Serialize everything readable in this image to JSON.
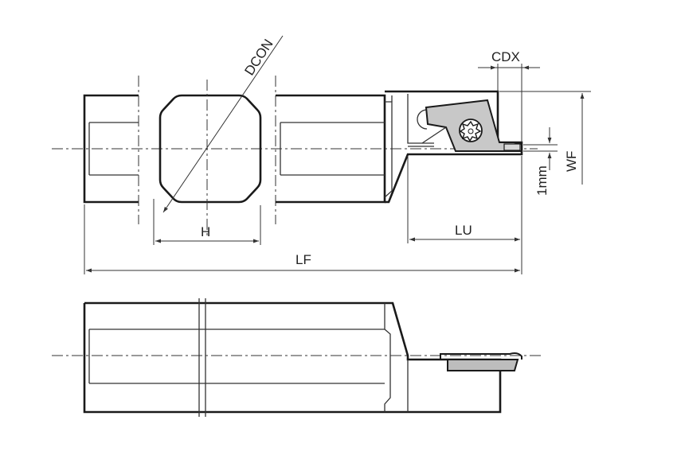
{
  "labels": {
    "dcon": "DCON",
    "cdx": "CDX",
    "wf": "WF",
    "one_mm": "1mm",
    "h": "H",
    "lu": "LU",
    "lf": "LF"
  },
  "colors": {
    "line": "#1a1a1a",
    "insert_fill": "#c8c8c8",
    "background": "#ffffff"
  },
  "icons": {
    "screw": "torx-screw-icon"
  }
}
